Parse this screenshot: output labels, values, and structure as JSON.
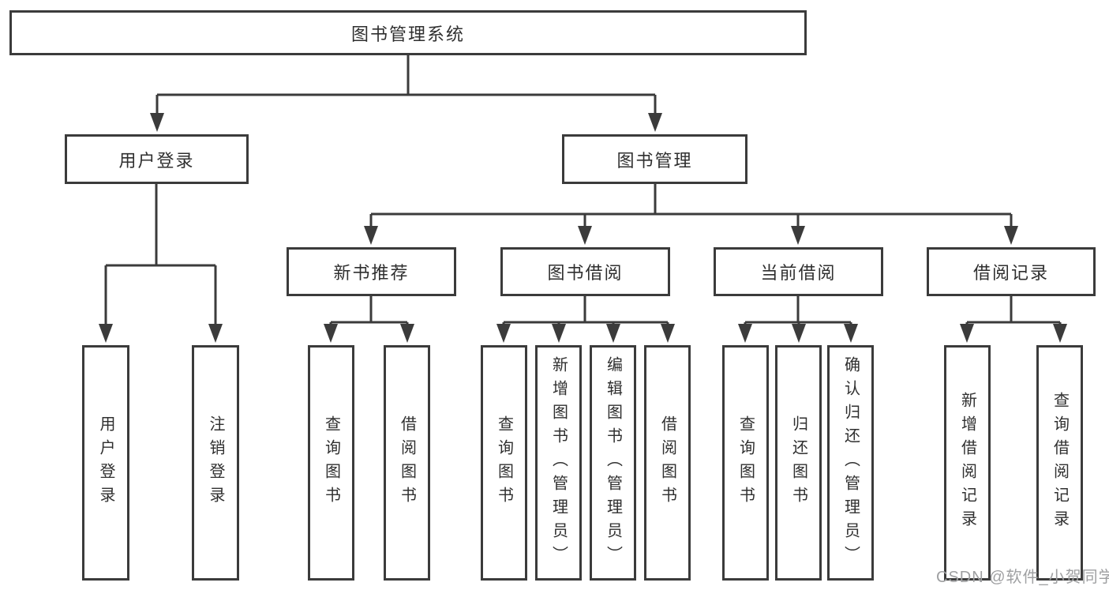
{
  "colors": {
    "line": "#3b3b3b",
    "box_border": "#3b3b3b",
    "box_fill": "#ffffff",
    "text": "#2f2f2f",
    "watermark": "#9fa0a2"
  },
  "watermark": {
    "text": "CSDN @软件_小贺同学"
  },
  "tree": {
    "root": {
      "label": "图书管理系统",
      "children": [
        {
          "label": "用户登录",
          "children": [
            {
              "label": "用户登录"
            },
            {
              "label": "注销登录"
            }
          ]
        },
        {
          "label": "图书管理",
          "children": [
            {
              "label": "新书推荐",
              "children": [
                {
                  "label": "查询图书"
                },
                {
                  "label": "借阅图书"
                }
              ]
            },
            {
              "label": "图书借阅",
              "children": [
                {
                  "label": "查询图书"
                },
                {
                  "label": "新增图书（管理员）"
                },
                {
                  "label": "编辑图书（管理员）"
                },
                {
                  "label": "借阅图书"
                }
              ]
            },
            {
              "label": "当前借阅",
              "children": [
                {
                  "label": "查询图书"
                },
                {
                  "label": "归还图书"
                },
                {
                  "label": "确认归还（管理员）"
                }
              ]
            },
            {
              "label": "借阅记录",
              "children": [
                {
                  "label": "新增借阅记录"
                },
                {
                  "label": "查询借阅记录"
                }
              ]
            }
          ]
        }
      ]
    }
  }
}
